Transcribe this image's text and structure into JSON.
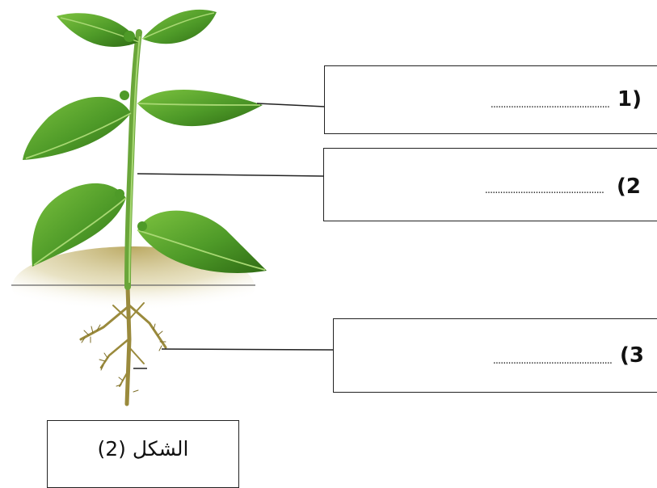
{
  "labels": [
    {
      "number": "1)",
      "blank": "..............................................."
    },
    {
      "number": "(2",
      "blank": "..............................................."
    },
    {
      "number": "(3",
      "blank": "..............................................."
    }
  ],
  "caption": "الشكل (2)",
  "colors": {
    "leaf": "#4e9a28",
    "leaf_dark": "#2f6b14",
    "leaf_vein": "#a8d873",
    "stem": "#6aa63a",
    "root": "#9a8a3c",
    "soil": "#c9bd7a",
    "line": "#222222"
  }
}
